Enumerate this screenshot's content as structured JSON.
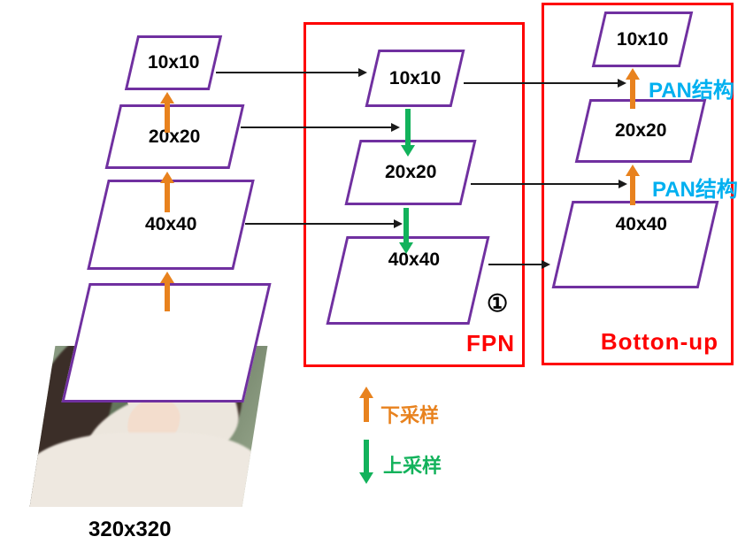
{
  "diagram": {
    "backbone": {
      "shapes": [
        {
          "label": "10x10"
        },
        {
          "label": "20x20"
        },
        {
          "label": "40x40"
        },
        {
          "label": ""
        }
      ],
      "input_label": "320x320"
    },
    "fpn": {
      "title": "FPN",
      "shapes": [
        {
          "label": "10x10"
        },
        {
          "label": "20x20"
        },
        {
          "label": "40x40"
        }
      ],
      "annotation": "①"
    },
    "bottom_up": {
      "title": "Botton-up",
      "shapes": [
        {
          "label": "10x10"
        },
        {
          "label": "20x20"
        },
        {
          "label": "40x40"
        }
      ],
      "pan_labels": [
        "PAN结构",
        "PAN结构"
      ]
    },
    "legend": {
      "downsample": {
        "label": "下采样",
        "color": "#E8821E",
        "direction": "up"
      },
      "upsample": {
        "label": "上采样",
        "color": "#12B25B",
        "direction": "down"
      }
    },
    "colors": {
      "shape_border": "#7030A0",
      "group_box_border": "#FE0000",
      "downsample_arrow": "#E8821E",
      "upsample_arrow": "#12B25B",
      "pan_label": "#00B0F0",
      "connector": "#1A1A1A"
    }
  }
}
